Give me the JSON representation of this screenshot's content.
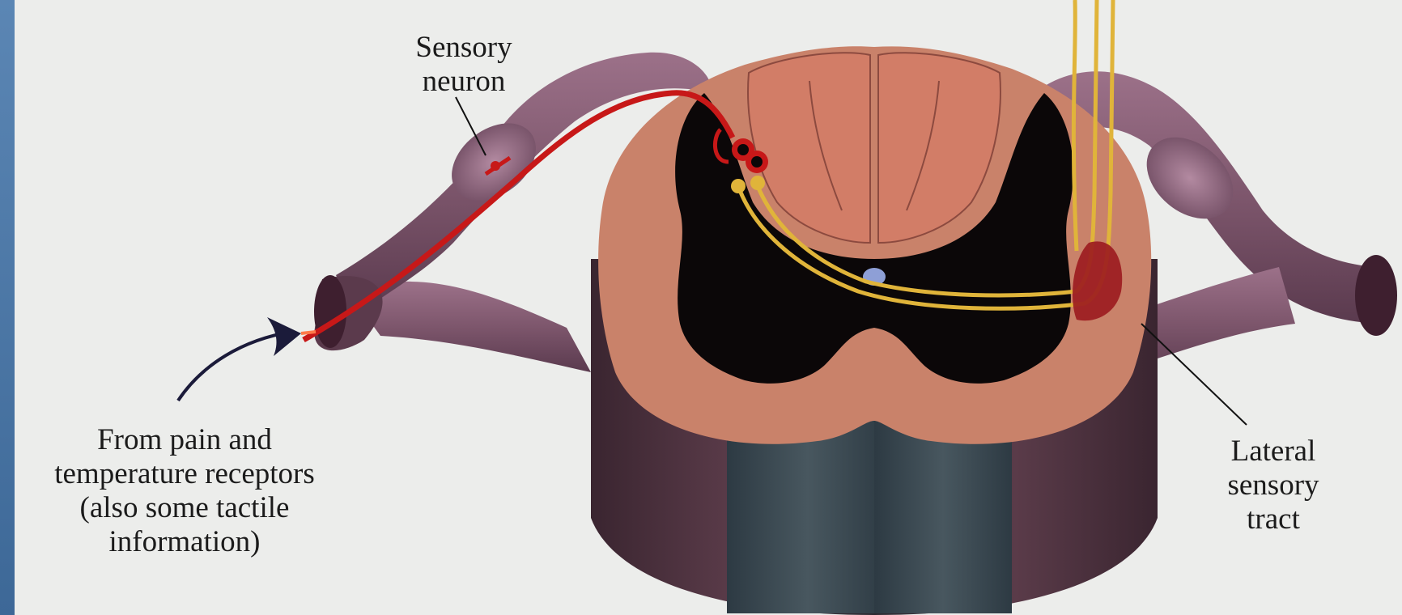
{
  "diagram": {
    "labels": {
      "sensory_neuron": "Sensory\nneuron",
      "receptors": "From pain and\ntemperature receptors\n(also some tactile\ninformation)",
      "lateral_tract": "Lateral\nsensory\ntract"
    },
    "colors": {
      "frame_blue": "#4a76a8",
      "panel": "#ecedeb",
      "white_matter": "#c9826a",
      "gray_matter": "#0b0708",
      "dorsal_columns": "#d27d67",
      "nerve": "#7a5268",
      "sensory_neuron_red": "#c71818",
      "tract_yellow": "#e0b43a",
      "central_canal": "#8e9fd6"
    }
  }
}
